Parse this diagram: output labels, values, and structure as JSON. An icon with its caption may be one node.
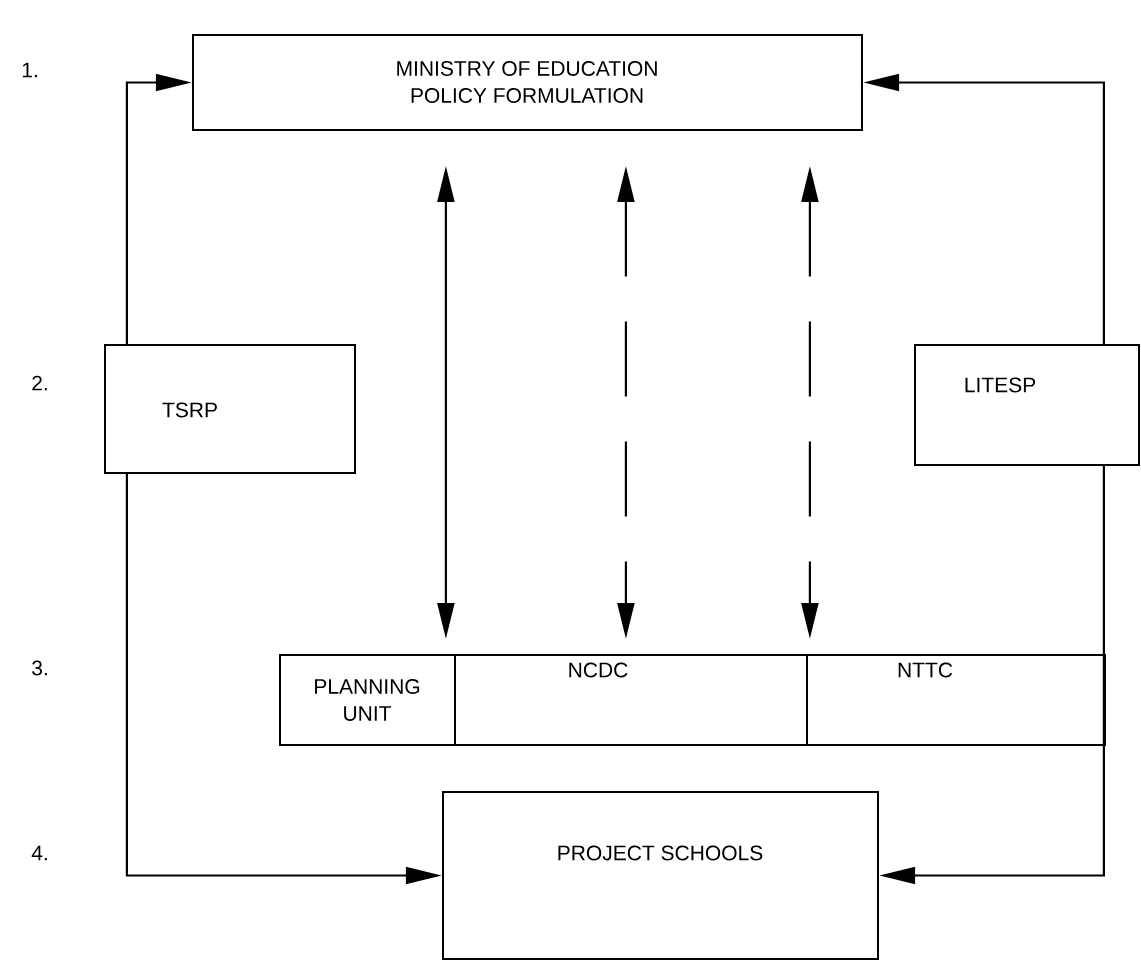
{
  "diagram": {
    "nodes": [
      {
        "text": [
          "MINISTRY OF EDUCATION",
          "POLICY FORMULATION"
        ]
      },
      {
        "text": [
          "TSRP"
        ]
      },
      {
        "text": [
          "LITESP"
        ]
      },
      {
        "text": [
          "PLANNING UNIT"
        ]
      },
      {
        "text": [
          "NCDC"
        ]
      },
      {
        "text": [
          "NTTC"
        ]
      },
      {
        "text": [
          "PROJECT SCHOOLS"
        ]
      }
    ],
    "edges": [
      {
        "from": 1,
        "to": 0,
        "arrow": "to"
      },
      {
        "from": 2,
        "to": 0,
        "arrow": "to"
      },
      {
        "from": 0,
        "to": 3,
        "arrow": "both"
      },
      {
        "from": 0,
        "to": 4,
        "arrow": "both",
        "style": "dashed"
      },
      {
        "from": 0,
        "to": 5,
        "arrow": "both",
        "style": "dashed"
      },
      {
        "from": 1,
        "to": 6,
        "arrow": "to"
      },
      {
        "from": 2,
        "to": 6,
        "arrow": "to"
      }
    ],
    "labels": [
      "1.",
      "2.",
      "3.",
      "4."
    ]
  }
}
